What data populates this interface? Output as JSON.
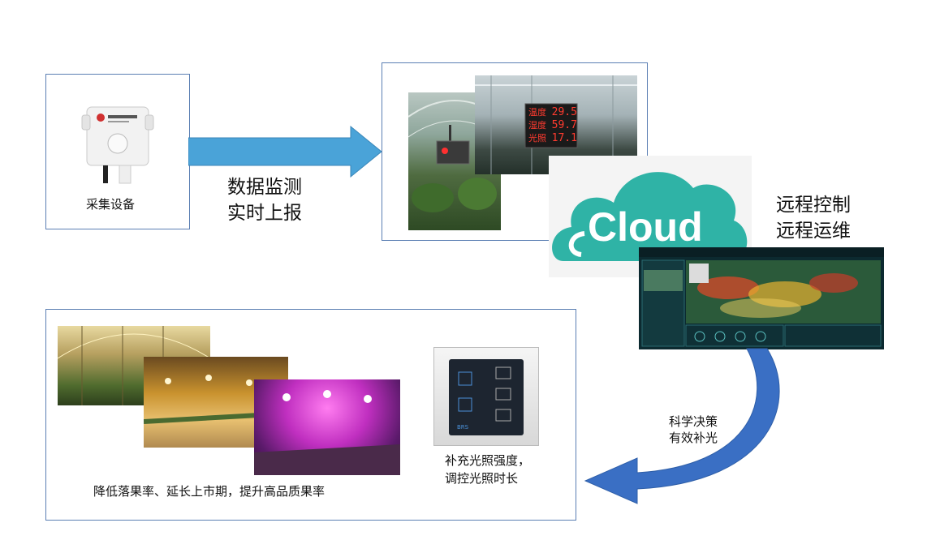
{
  "sensor_label": "采集设备",
  "monitor_label_line1": "数据监测",
  "monitor_label_line2": "实时上报",
  "cloud_text": "Cloud",
  "control_label_line1": "远程控制",
  "control_label_line2": "远程运维",
  "decision_label_line1": "科学决策",
  "decision_label_line2": "有效补光",
  "panel_label_line1": "补充光照强度，",
  "panel_label_line2": "调控光照时长",
  "result_label": "降低落果率、延长上市期，提升高品质果率",
  "display": {
    "row1_label": "温度",
    "row1_value": "29.5",
    "row2_label": "湿度",
    "row2_value": "59.7",
    "row3_label": "光照",
    "row3_value": "17.1"
  },
  "colors": {
    "border": "#5b7fb3",
    "arrow": "#4aa3d8",
    "cloud": "#2fb3a6",
    "curve": "#3a6fc4"
  }
}
